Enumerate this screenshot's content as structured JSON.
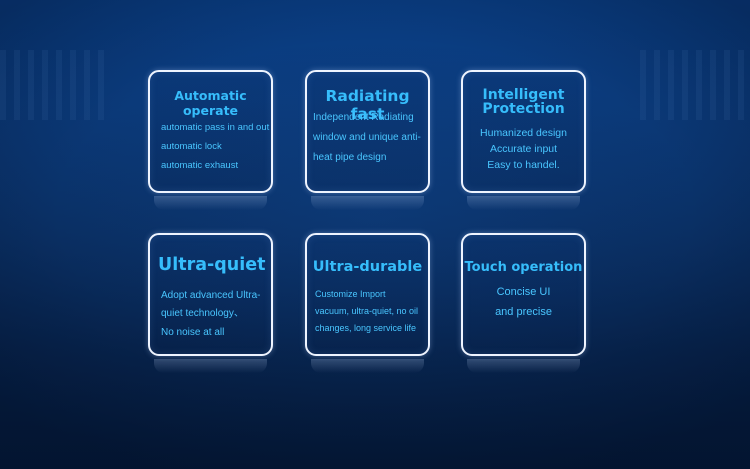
{
  "features": [
    {
      "title": "Automatic operate",
      "lines": [
        "automatic pass in and out",
        "automatic lock",
        "automatic exhaust"
      ]
    },
    {
      "title": "Radiating fast",
      "lines": [
        "Independent Radiating",
        "window and unique anti-",
        "heat pipe design"
      ]
    },
    {
      "title_lines": [
        "Intelligent",
        "Protection"
      ],
      "lines": [
        "Humanized design",
        "Accurate input",
        "Easy to handel."
      ]
    },
    {
      "title": "Ultra-quiet",
      "lines": [
        "Adopt advanced Ultra-",
        "quiet technology、",
        "No noise at all"
      ]
    },
    {
      "title": "Ultra-durable",
      "lines": [
        "Customize Import",
        "vacuum, ultra-quiet, no oil",
        "changes, long service life"
      ]
    },
    {
      "title": "Touch operation",
      "lines": [
        "Concise UI",
        "and precise"
      ]
    }
  ],
  "colors": {
    "background_top": "#0a3f86",
    "background_bottom": "#051a3a",
    "card_border": "#eef4ff",
    "title_text": "#36bdfb",
    "body_text": "#49c6ff"
  }
}
